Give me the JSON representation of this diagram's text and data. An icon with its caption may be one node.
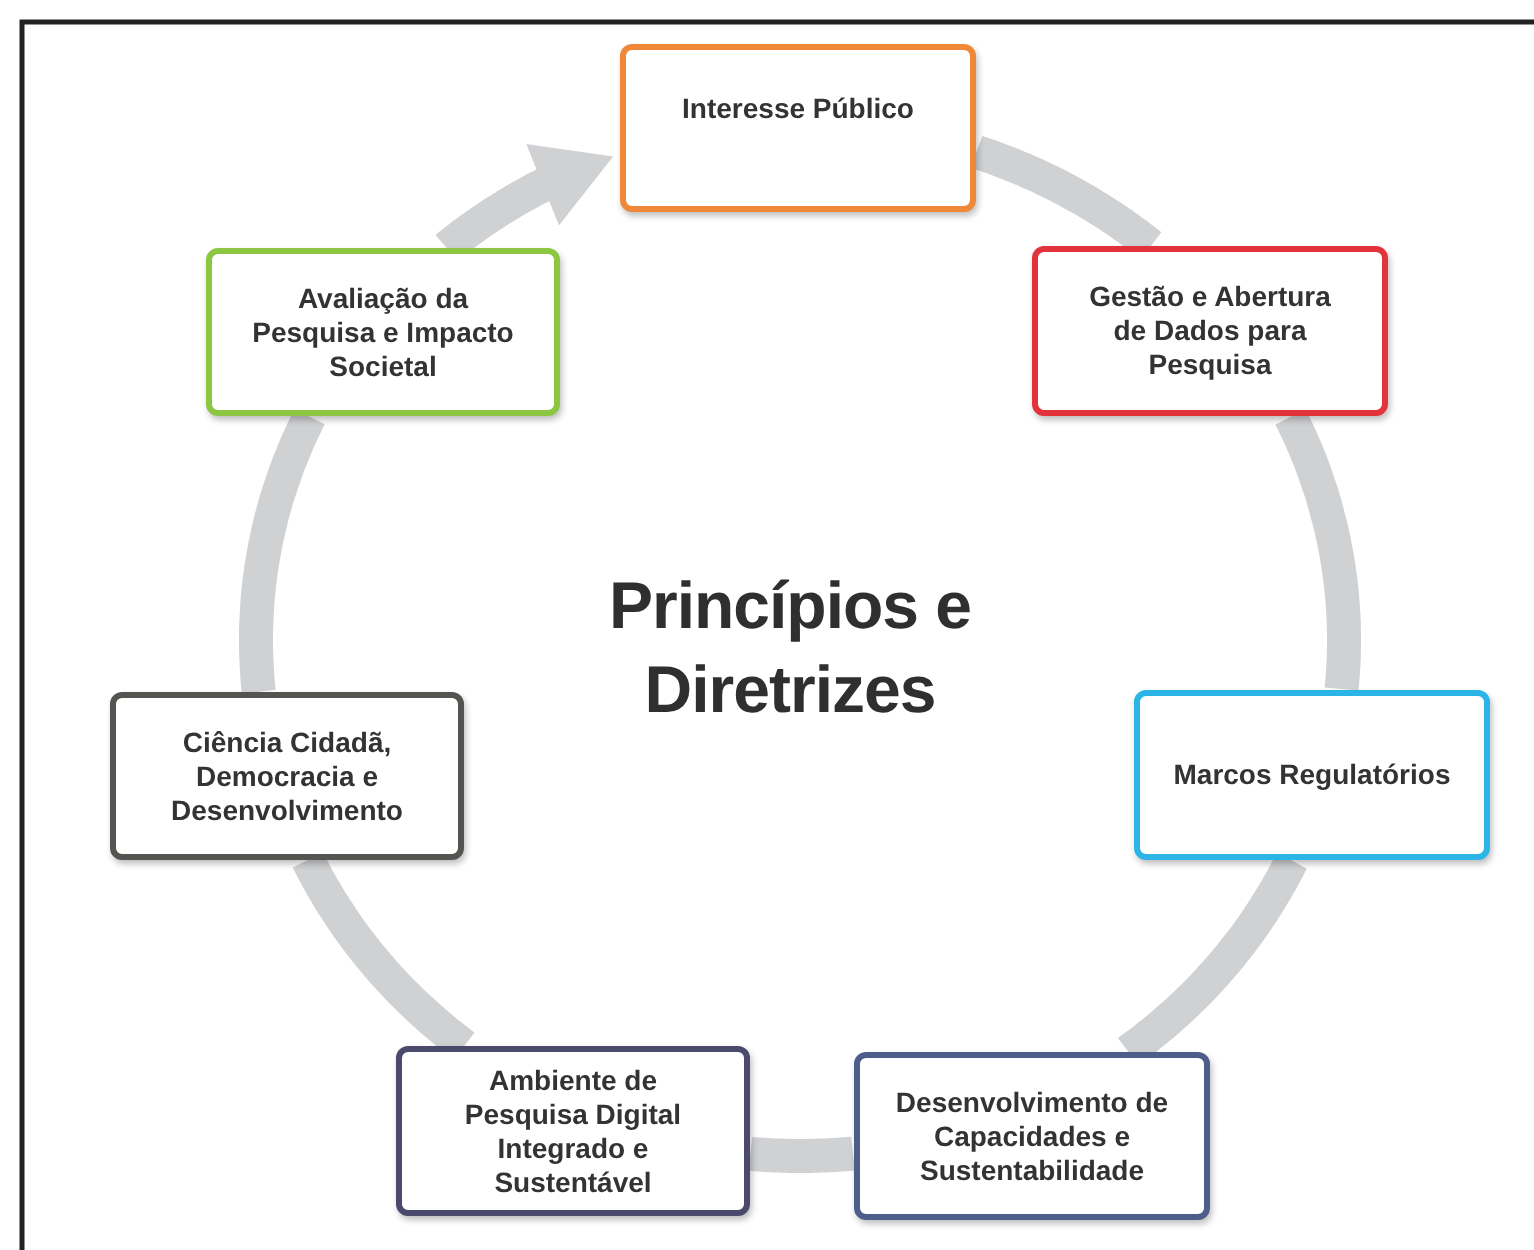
{
  "diagram": {
    "title": "Princípios e Diretrizes",
    "nodes": [
      {
        "text": [
          "Interesse Público"
        ]
      },
      {
        "text": [
          "Gestão e Abertura de Dados para Pesquisa"
        ]
      },
      {
        "text": [
          "Marcos Regulatórios"
        ]
      },
      {
        "text": [
          "Desenvolvimento de Capacidades e Sustentabilidade"
        ]
      },
      {
        "text": [
          "Ambiente de Pesquisa Digital Integrado e Sustentável"
        ]
      },
      {
        "text": [
          "Ciência Cidadã, Democracia e Desenvolvimento"
        ]
      },
      {
        "text": [
          "Avaliação da Pesquisa e Impacto Societal"
        ]
      }
    ],
    "edges": [
      {
        "from": 0,
        "to": 1,
        "arrow": "none"
      },
      {
        "from": 1,
        "to": 2,
        "arrow": "none"
      },
      {
        "from": 2,
        "to": 3,
        "arrow": "none"
      },
      {
        "from": 3,
        "to": 4,
        "arrow": "none"
      },
      {
        "from": 4,
        "to": 5,
        "arrow": "none"
      },
      {
        "from": 5,
        "to": 6,
        "arrow": "none"
      },
      {
        "from": 6,
        "to": 0,
        "arrow": "to"
      }
    ]
  }
}
